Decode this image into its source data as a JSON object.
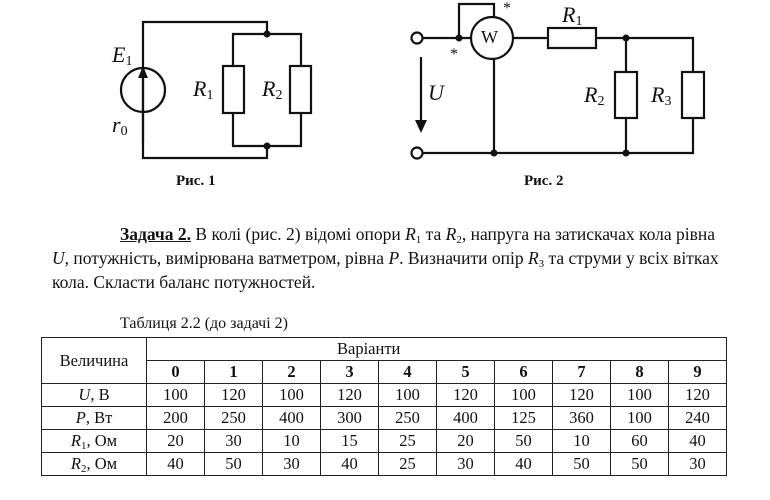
{
  "figure1": {
    "caption": "Рис. 1",
    "labels": {
      "source": "E",
      "source_sub": "1",
      "internal": "r",
      "internal_sub": "0",
      "r1": "R",
      "r1_sub": "1",
      "r2": "R",
      "r2_sub": "2"
    }
  },
  "figure2": {
    "caption": "Рис. 2",
    "labels": {
      "wattmeter": "W",
      "voltage": "U",
      "star": "*",
      "r1": "R",
      "r1_sub": "1",
      "r2": "R",
      "r2_sub": "2",
      "r3": "R",
      "r3_sub": "3"
    }
  },
  "problem": {
    "title": "Задача 2.",
    "text_parts": [
      " В колі (рис. 2) відомі опори ",
      " та ",
      ", напруга на затискачах кола рівна ",
      ", потужність, вимірювана ватметром, рівна ",
      ". Визначити опір ",
      " та струми у всіх вітках кола. Скласти баланс потужностей."
    ],
    "symbols": {
      "R": "R",
      "s1": "1",
      "s2": "2",
      "s3": "3",
      "U": "U",
      "P": "P"
    }
  },
  "table": {
    "caption": "Таблиця 2.2 (до задачі 2)",
    "quantity_header": "Величина",
    "variants_header": "Варіанти",
    "variants": [
      "0",
      "1",
      "2",
      "3",
      "4",
      "5",
      "6",
      "7",
      "8",
      "9"
    ],
    "rows": [
      {
        "sym": "U",
        "sub": "",
        "unit": ", В",
        "values": [
          "100",
          "120",
          "100",
          "120",
          "100",
          "120",
          "100",
          "120",
          "100",
          "120"
        ]
      },
      {
        "sym": "P",
        "sub": "",
        "unit": ", Вт",
        "values": [
          "200",
          "250",
          "400",
          "300",
          "250",
          "400",
          "125",
          "360",
          "100",
          "240"
        ]
      },
      {
        "sym": "R",
        "sub": "1",
        "unit": ", Ом",
        "values": [
          "20",
          "30",
          "10",
          "15",
          "25",
          "20",
          "50",
          "10",
          "60",
          "40"
        ]
      },
      {
        "sym": "R",
        "sub": "2",
        "unit": ", Ом",
        "values": [
          "40",
          "50",
          "30",
          "40",
          "25",
          "30",
          "40",
          "50",
          "50",
          "30"
        ]
      }
    ]
  }
}
